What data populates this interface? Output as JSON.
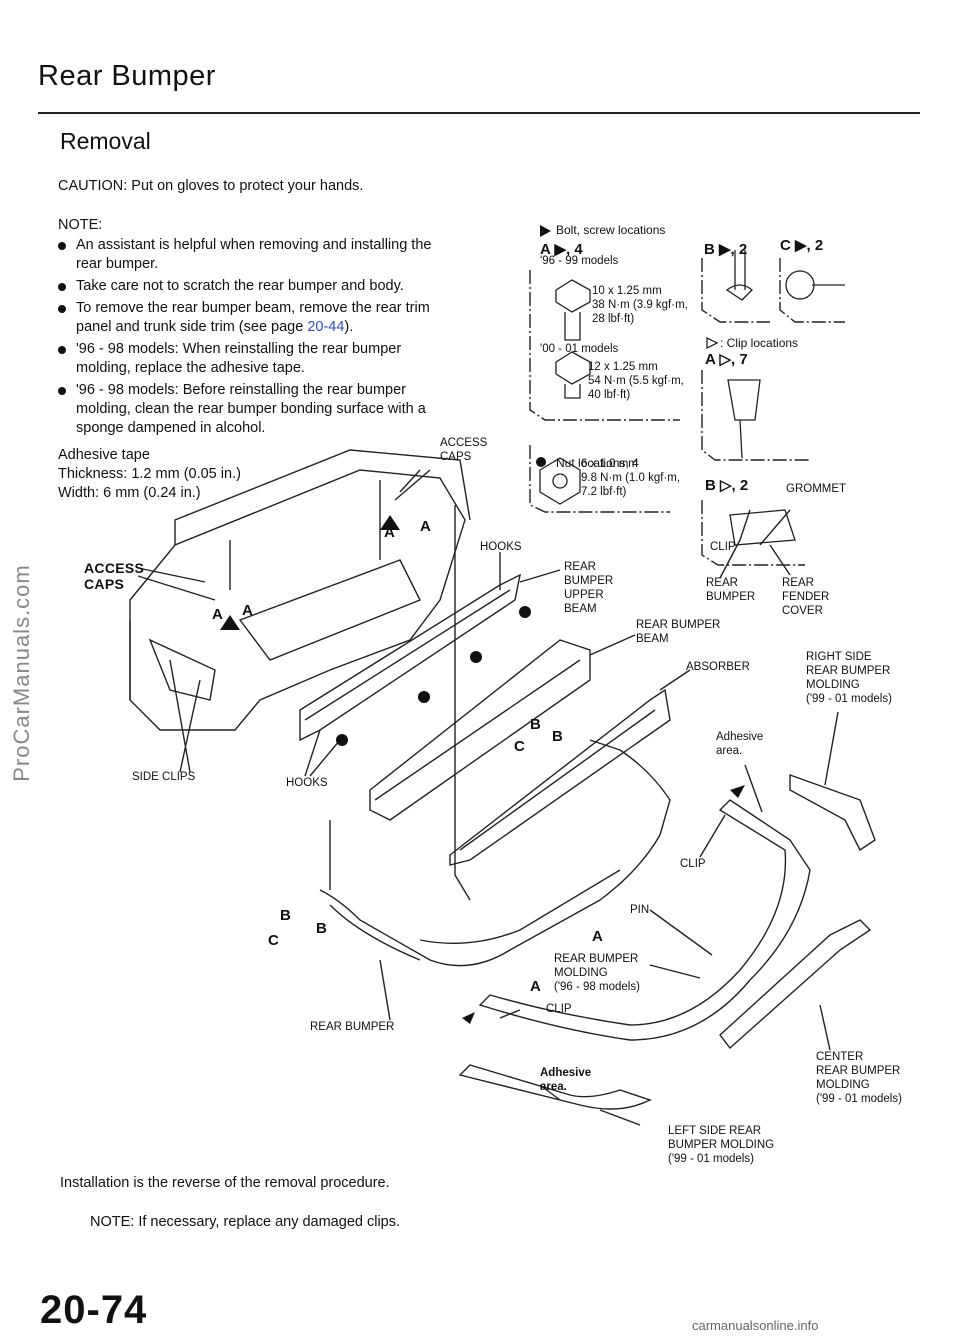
{
  "header": {
    "title": "Rear Bumper",
    "section": "Removal"
  },
  "caution": "CAUTION: Put on gloves to protect your hands.",
  "notes": {
    "heading": "NOTE:",
    "items": [
      "An assistant is helpful when removing and installing the rear bumper.",
      "Take care not to scratch the rear bumper and body.",
      "'96 - 98 models: When reinstalling the rear bumper molding, replace the adhesive tape.",
      "'96 - 98 models: Before reinstalling the rear bumper molding, clean the rear bumper bonding surface with a sponge dampened in alcohol."
    ],
    "item2_prefix": "To remove the rear bumper beam, remove the rear trim panel and trunk side trim (see page ",
    "item2_link": "20-44",
    "item2_suffix": ")."
  },
  "adhesive_tape": {
    "label": "Adhesive tape",
    "thickness": "Thickness: 1.2 mm (0.05 in.)",
    "width": "Width: 6 mm (0.24 in.)"
  },
  "legend": {
    "bolt": "Bolt, screw locations",
    "a_bolt": "A ▶, 4",
    "b_bolt": "B ▶, 2",
    "c_bolt": "C ▶, 2",
    "models_96_99": "'96 - 99 models",
    "bolt1_spec": "10 x 1.25 mm\n38 N·m (3.9 kgf·m,\n28 lbf·ft)",
    "models_00_01": "'00 - 01 models",
    "bolt2_spec": "12 x 1.25 mm\n54 N·m (5.5 kgf·m,\n40 lbf·ft)",
    "nut": "Nut locations, 4",
    "nut_spec": "6 x 1.0 mm\n9.8 N·m (1.0 kgf·m,\n7.2 lbf·ft)",
    "clip": ": Clip locations",
    "a_clip": "A ▷, 7",
    "b_clip": "B ▷, 2",
    "grommet": "GROMMET",
    "clip_label": "CLIP",
    "rear_bumper": "REAR\nBUMPER",
    "rear_fender_cover": "REAR\nFENDER\nCOVER"
  },
  "labels": {
    "access_caps_top": "ACCESS\nCAPS",
    "access_caps_left": "ACCESS\nCAPS",
    "hooks_top": "HOOKS",
    "hooks_bottom": "HOOKS",
    "upper_beam": "REAR\nBUMPER\nUPPER\nBEAM",
    "beam": "REAR BUMPER\nBEAM",
    "absorber": "ABSORBER",
    "right_molding": "RIGHT SIDE\nREAR BUMPER\nMOLDING\n('99 - 01 models)",
    "adhesive_area_1": "Adhesive\narea.",
    "side_clips": "SIDE CLIPS",
    "clip_1": "CLIP",
    "pin": "PIN",
    "molding_96_98": "REAR BUMPER\nMOLDING\n('96 - 98 models)",
    "clip_2": "CLIP",
    "rear_bumper": "REAR BUMPER",
    "adhesive_area_2": "Adhesive\narea.",
    "center_molding": "CENTER\nREAR BUMPER\nMOLDING\n('99 - 01 models)",
    "left_molding": "LEFT SIDE REAR\nBUMPER MOLDING\n('99 - 01 models)",
    "letter_a": "A",
    "letter_b": "B",
    "letter_c": "C"
  },
  "footer": {
    "install": "Installation is the reverse of the removal procedure.",
    "note": "NOTE: If necessary, replace any damaged clips.",
    "page": "20-74"
  },
  "watermarks": {
    "left": "ProCarManuals.com",
    "bottom": "carmanualsonline.info"
  }
}
